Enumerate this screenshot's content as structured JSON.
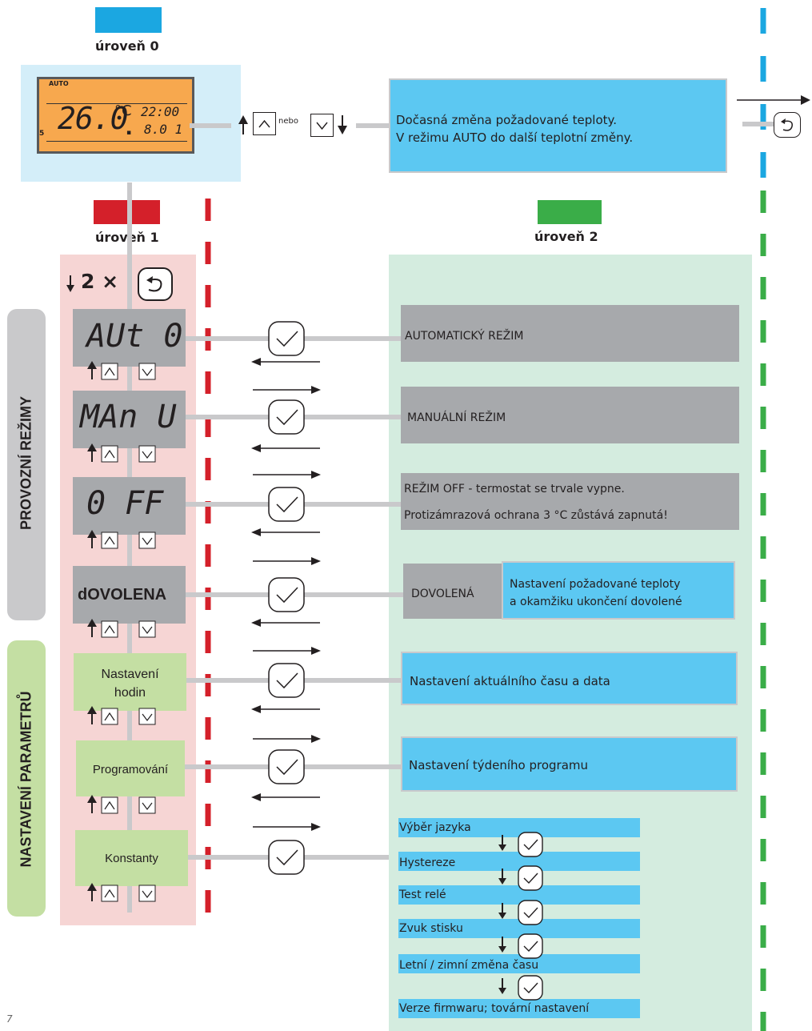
{
  "levels": {
    "level0": {
      "label": "úroveň 0",
      "color": "#1ba7e1"
    },
    "level1": {
      "label": "úroveň 1",
      "color": "#d4202a"
    },
    "level2": {
      "label": "úroveň 2",
      "color": "#3aad48"
    }
  },
  "lcd": {
    "mode": "AUTO",
    "temperature": "26.0",
    "unit": "°C",
    "time": "22:00",
    "date": "8.0 1",
    "side_number": "5"
  },
  "top_flow": {
    "connector_word": "nebo",
    "description_line1": "Dočasná změna požadované teploty.",
    "description_line2": "V režimu AUTO do další teplotní změny."
  },
  "back_instruction": {
    "count": "2 ×"
  },
  "sidebar": {
    "operating_modes": "PROVOZNÍ REŽIMY",
    "parameter_settings": "NASTAVENÍ PARAMETRŮ"
  },
  "menu": [
    {
      "display": "AUt 0",
      "style": "lcd",
      "description": "AUTOMATICKÝ REŽIM"
    },
    {
      "display": "MAn U",
      "style": "lcd",
      "description": "MANUÁLNÍ REŽIM"
    },
    {
      "display": "0 FF",
      "style": "lcd",
      "description_line1": "REŽIM OFF - termostat se trvale vypne.",
      "description_line2": "Protizámrazová ochrana 3 °C zůstává zapnutá!"
    },
    {
      "display": "dOVOLENA",
      "style": "bold",
      "description": "DOVOLENÁ",
      "detail_line1": "Nastavení požadované teploty",
      "detail_line2": "a okamžiku ukončení dovolené"
    },
    {
      "display_line1": "Nastavení",
      "display_line2": "hodin",
      "style": "green",
      "description": "Nastavení aktuálního času a data"
    },
    {
      "display": "Programování",
      "style": "green",
      "description": "Nastavení týdeního programu"
    },
    {
      "display": "Konstanty",
      "style": "green"
    }
  ],
  "constants_list": [
    "Výběr jazyka",
    "Hystereze",
    "Test relé",
    "Zvuk stisku",
    "Letní / zimní změna času",
    "Verze firmwaru; tovární nastavení"
  ],
  "page_number": "7"
}
